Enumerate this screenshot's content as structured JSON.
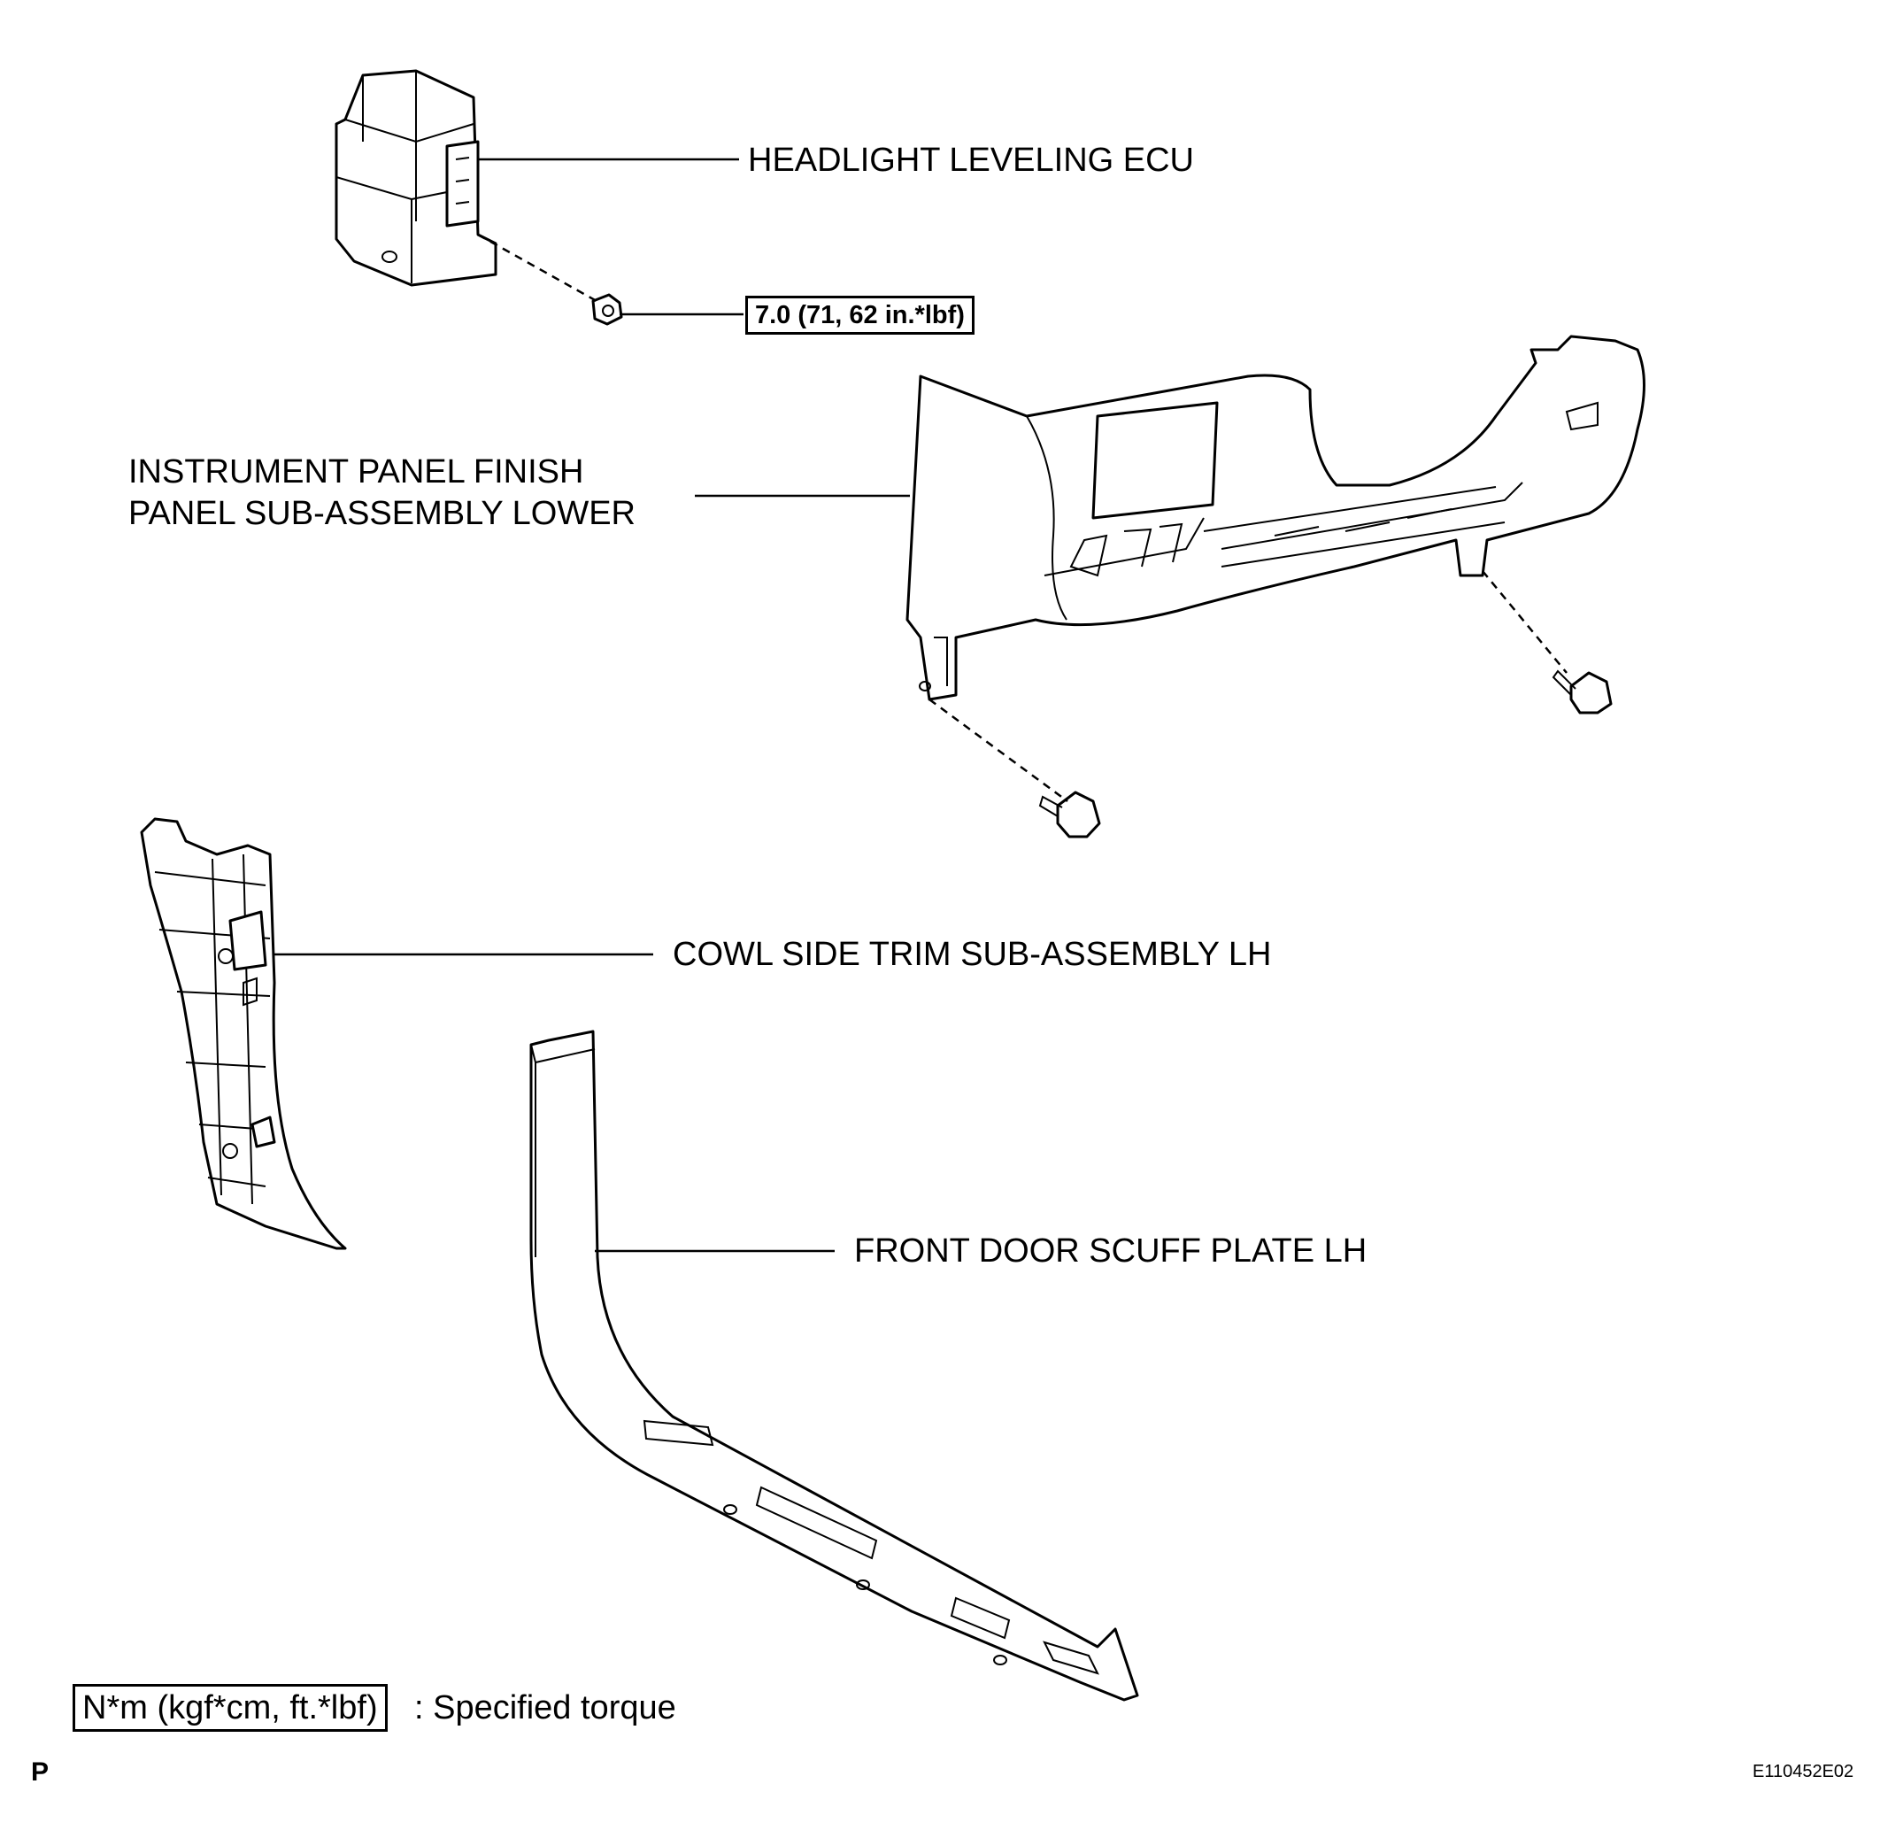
{
  "labels": {
    "ecu": "HEADLIGHT LEVELING ECU",
    "torque_value": "7.0 (71, 62 in.*lbf)",
    "panel_line1": "INSTRUMENT PANEL FINISH",
    "panel_line2": "PANEL SUB-ASSEMBLY LOWER",
    "cowl": "COWL SIDE TRIM SUB-ASSEMBLY LH",
    "scuff": "FRONT DOOR SCUFF PLATE LH"
  },
  "legend": {
    "unit_box": "N*m (kgf*cm, ft.*lbf)",
    "description": ": Specified torque"
  },
  "corner": {
    "left": "P",
    "right": "E110452E02"
  }
}
